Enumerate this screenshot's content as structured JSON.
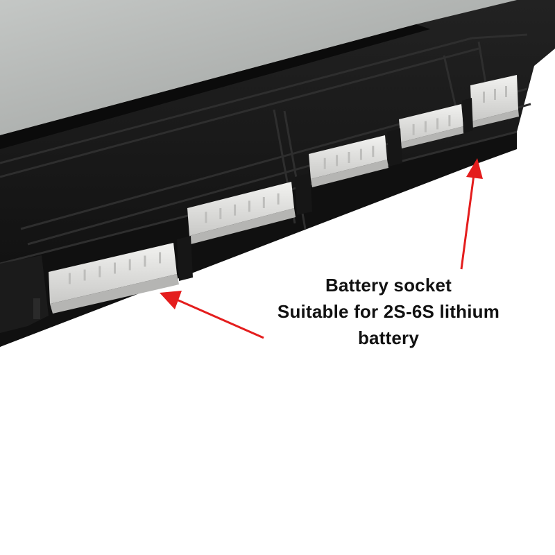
{
  "annotation": {
    "lines": [
      "Battery socket",
      "Suitable for 2S-6S lithium",
      "battery"
    ]
  },
  "colors": {
    "housing": "#161616",
    "housing_edge": "#262626",
    "screen": "#a9acaa",
    "connector": "#e2e2e0",
    "arrow": "#e41d1d"
  },
  "icons": [
    "arrow-left-icon",
    "arrow-up-icon"
  ]
}
